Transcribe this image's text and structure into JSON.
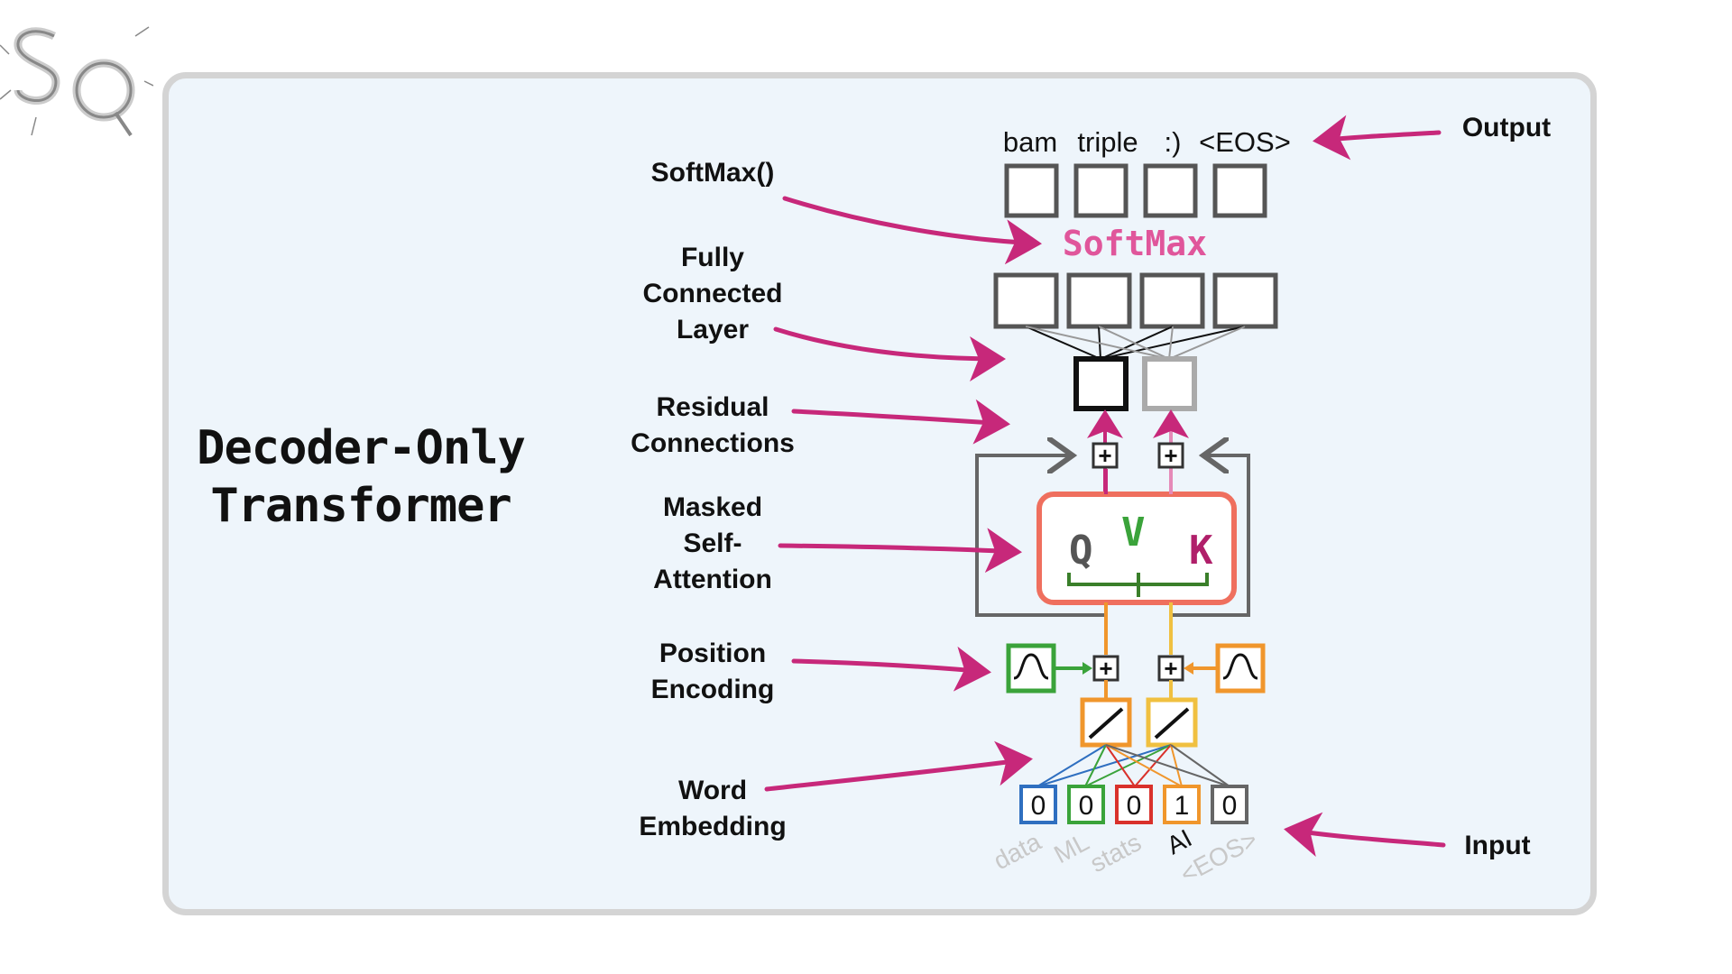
{
  "title": "Decoder-Only\nTransformer",
  "labels": {
    "softmax_fn": "SoftMax()",
    "fully_connected": "Fully\nConnected\nLayer",
    "residual": "Residual\nConnections",
    "masked_attention": "Masked\nSelf-\nAttention",
    "position_encoding": "Position\nEncoding",
    "word_embedding": "Word\nEmbedding",
    "output": "Output",
    "input": "Input"
  },
  "softmax_block": "SoftMax",
  "attention_letters": {
    "q": "Q",
    "v": "V",
    "k": "K"
  },
  "output_tokens": [
    "bam",
    "triple",
    ":)",
    "<EOS>"
  ],
  "input_values": [
    "0",
    "0",
    "0",
    "1",
    "0"
  ],
  "input_tokens": [
    "data",
    "ML",
    "stats",
    "AI",
    "<EOS>"
  ],
  "plus_symbol": "+",
  "colors": {
    "arrow": "#c7287a",
    "softmax": "#e0569b",
    "attention_box": "#ef6f5e",
    "q": "#555555",
    "v": "#3aa33a",
    "k": "#b01f6a",
    "pos_left": "#3aa33a",
    "pos_right": "#f0962c",
    "embed": "#f0962c",
    "input_box_colors": [
      "#2f6fc0",
      "#3aa33a",
      "#d9312b",
      "#f0962c",
      "#666666"
    ]
  }
}
